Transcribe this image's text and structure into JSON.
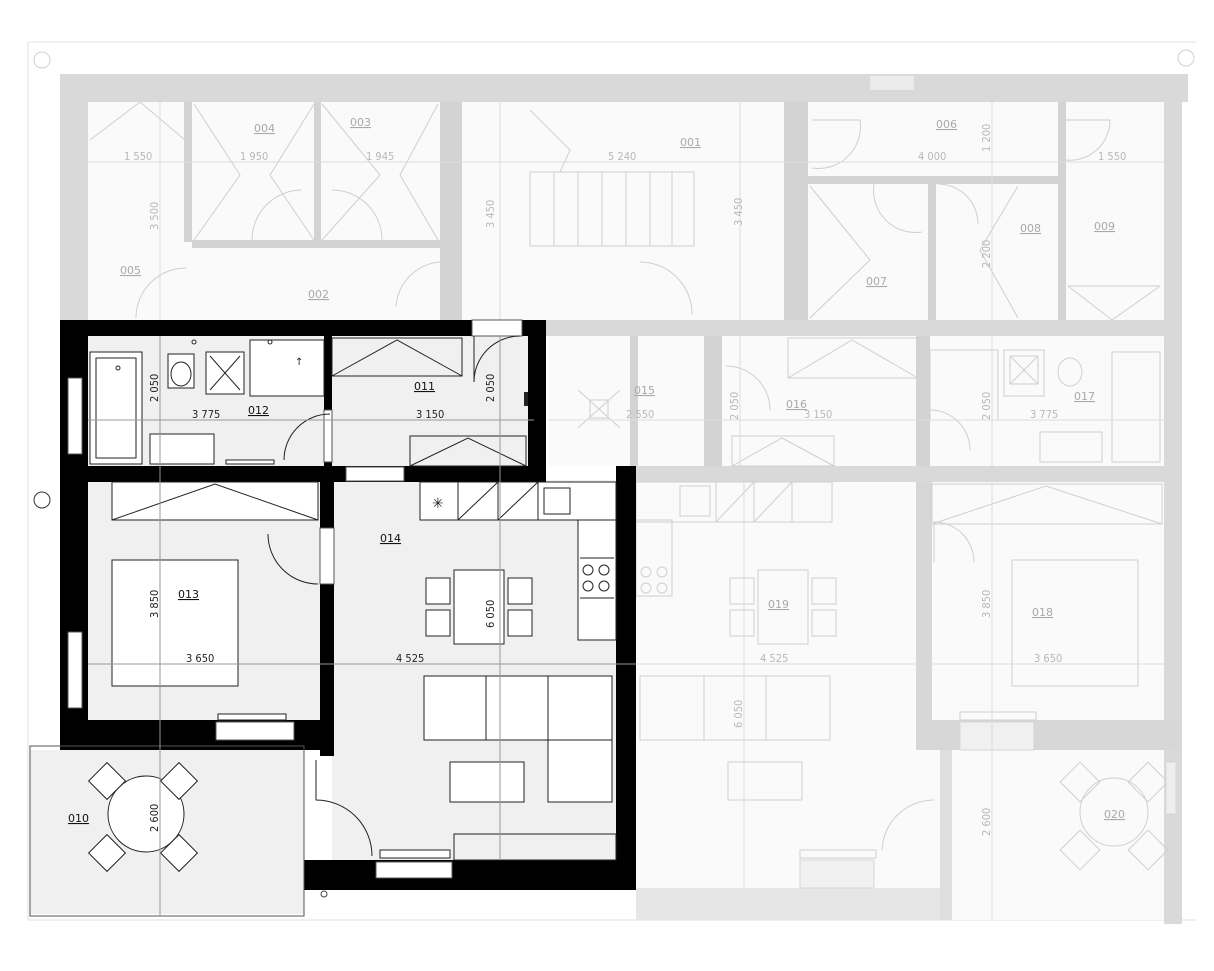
{
  "colors": {
    "active_wall": "#000000",
    "active_floor": "#f0f0f0",
    "inactive_wall": "#d7d7d7",
    "inactive_floor": "#fafafa",
    "inactive_line": "#c2c2c2",
    "dim_line": "#b4b4b4"
  },
  "active_unit": {
    "rooms": [
      {
        "id": "r010",
        "label": "010"
      },
      {
        "id": "r011",
        "label": "011"
      },
      {
        "id": "r012",
        "label": "012"
      },
      {
        "id": "r013",
        "label": "013"
      },
      {
        "id": "r014",
        "label": "014"
      }
    ],
    "dimensions": [
      {
        "id": "d3775",
        "text": "3 775"
      },
      {
        "id": "d2050a",
        "text": "2 050"
      },
      {
        "id": "d3150",
        "text": "3 150"
      },
      {
        "id": "d2050b",
        "text": "2 050"
      },
      {
        "id": "d3850",
        "text": "3 850"
      },
      {
        "id": "d3650",
        "text": "3 650"
      },
      {
        "id": "d4525",
        "text": "4 525"
      },
      {
        "id": "d6050",
        "text": "6 050"
      },
      {
        "id": "d2600",
        "text": "2 600"
      }
    ]
  },
  "inactive_area": {
    "rooms": [
      {
        "id": "r001",
        "label": "001"
      },
      {
        "id": "r002",
        "label": "002"
      },
      {
        "id": "r003",
        "label": "003"
      },
      {
        "id": "r004",
        "label": "004"
      },
      {
        "id": "r005",
        "label": "005"
      },
      {
        "id": "r006",
        "label": "006"
      },
      {
        "id": "r007",
        "label": "007"
      },
      {
        "id": "r008",
        "label": "008"
      },
      {
        "id": "r009",
        "label": "009"
      },
      {
        "id": "r015",
        "label": "015"
      },
      {
        "id": "r016",
        "label": "016"
      },
      {
        "id": "r017",
        "label": "017"
      },
      {
        "id": "r018",
        "label": "018"
      },
      {
        "id": "r019",
        "label": "019"
      },
      {
        "id": "r020",
        "label": "020"
      }
    ],
    "dimensions": [
      {
        "id": "g1550a",
        "text": "1 550"
      },
      {
        "id": "g1950",
        "text": "1 950"
      },
      {
        "id": "g1945",
        "text": "1 945"
      },
      {
        "id": "g5240",
        "text": "5 240"
      },
      {
        "id": "g4000",
        "text": "4 000"
      },
      {
        "id": "g1550b",
        "text": "1 550"
      },
      {
        "id": "g3500",
        "text": "3 500"
      },
      {
        "id": "g3450a",
        "text": "3 450"
      },
      {
        "id": "g3450b",
        "text": "3 450"
      },
      {
        "id": "g1200",
        "text": "1 200"
      },
      {
        "id": "g2200",
        "text": "2 200"
      },
      {
        "id": "g2550",
        "text": "2 550"
      },
      {
        "id": "g2050a",
        "text": "2 050"
      },
      {
        "id": "g3150",
        "text": "3 150"
      },
      {
        "id": "g2050b",
        "text": "2 050"
      },
      {
        "id": "g3775",
        "text": "3 775"
      },
      {
        "id": "g3850",
        "text": "3 850"
      },
      {
        "id": "g3650",
        "text": "3 650"
      },
      {
        "id": "g4525",
        "text": "4 525"
      },
      {
        "id": "g6050",
        "text": "6 050"
      },
      {
        "id": "g2600",
        "text": "2 600"
      }
    ]
  }
}
